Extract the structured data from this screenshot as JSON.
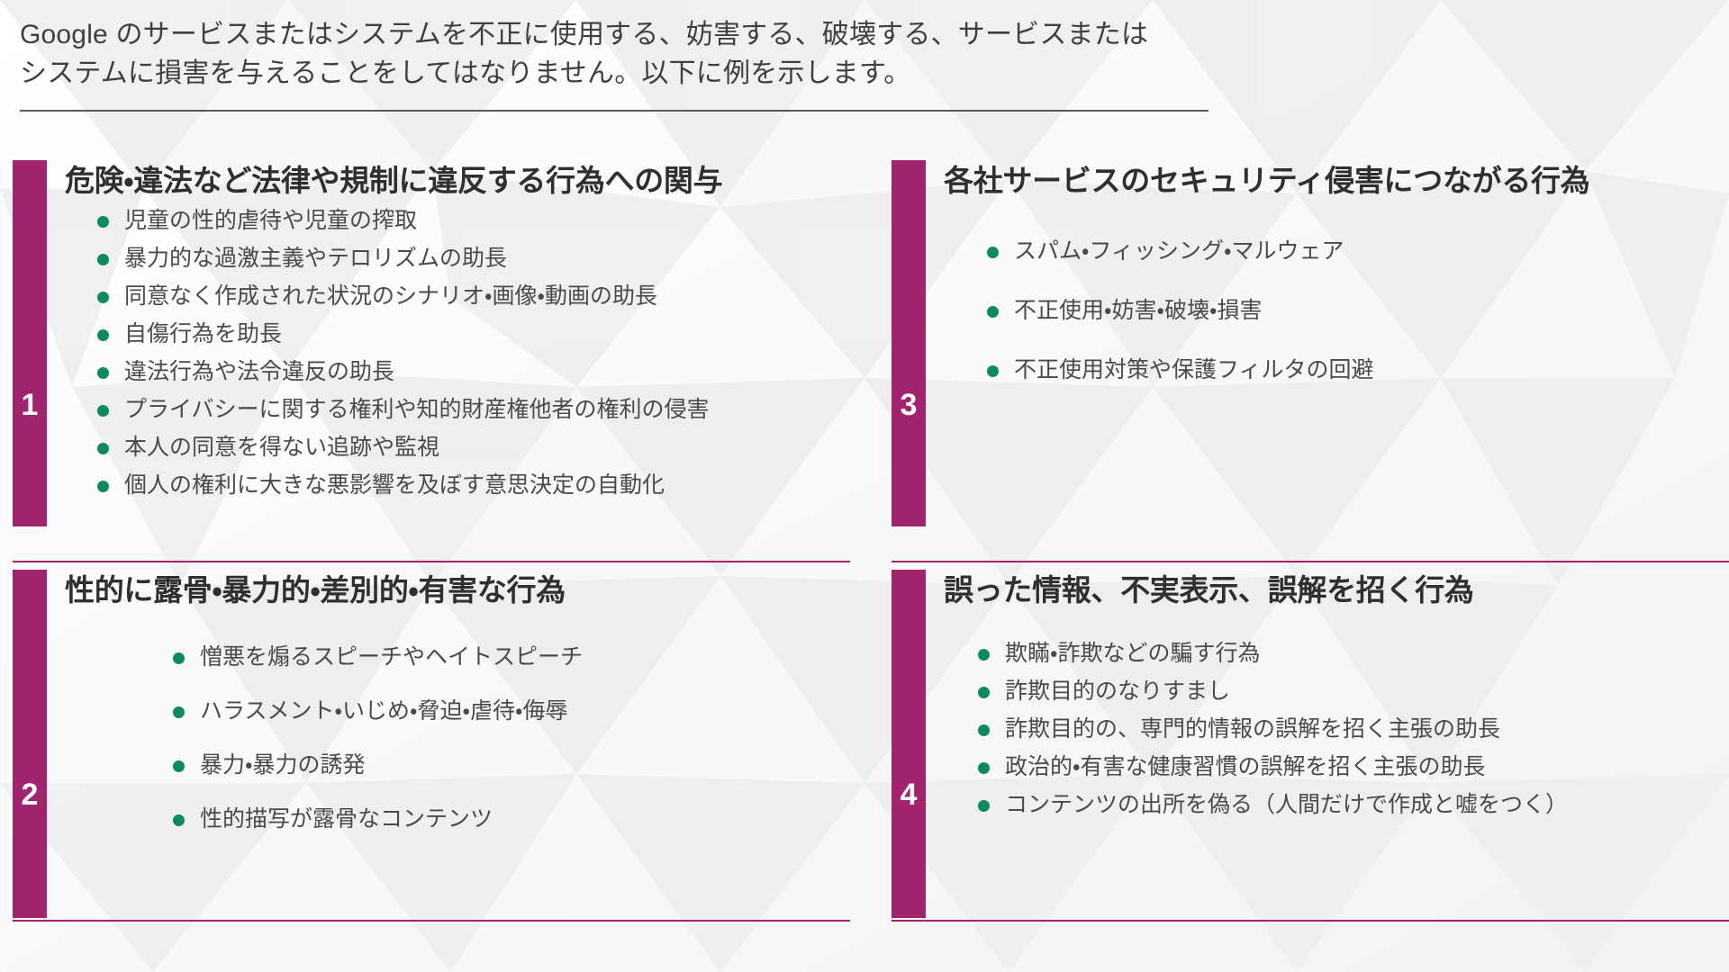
{
  "header": {
    "text": "Google のサービスまたはシステムを不正に使用する、妨害する、破壊する、サービスまたは\nシステムに損害を与えることをしてはなりません。以下に例を示します。"
  },
  "colors": {
    "accent_purple": "#A2246F",
    "bullet_teal": "#0E8A63",
    "title_text": "#2F2F2F",
    "body_text": "#4A4A4A",
    "header_rule": "#5A5A5A"
  },
  "quadrants": [
    {
      "number": "1",
      "title": "危険・違法など法律や規制に違反する行為への関与",
      "bullets": [
        "児童の性的虐待や児童の搾取",
        "暴力的な過激主義やテロリズムの助長",
        "同意なく作成された状況のシナリオ・画像・動画の助長",
        "自傷行為を助長",
        "違法行為や法令違反の助長",
        "プライバシーに関する権利や知的財産権他者の権利の侵害",
        "本人の同意を得ない追跡や監視",
        "個人の権利に大きな悪影響を及ぼす意思決定の自動化"
      ]
    },
    {
      "number": "2",
      "title": "性的に露骨・暴力的・差別的・有害な行為",
      "bullets": [
        "憎悪を煽るスピーチやヘイトスピーチ",
        "ハラスメント・いじめ・脅迫・虐待・侮辱",
        "暴力・暴力の誘発",
        "性的描写が露骨なコンテンツ"
      ]
    },
    {
      "number": "3",
      "title": "各社サービスのセキュリティ侵害につながる行為",
      "bullets": [
        "スパム・フィッシング・マルウェア",
        "不正使用・妨害・破壊・損害",
        "不正使用対策や保護フィルタの回避"
      ]
    },
    {
      "number": "4",
      "title": "誤った情報、不実表示、誤解を招く行為",
      "bullets": [
        "欺瞞・詐欺などの騙す行為",
        "詐欺目的のなりすまし",
        "詐欺目的の、専門的情報の誤解を招く主張の助長",
        "政治的・有害な健康習慣の誤解を招く主張の助長",
        "コンテンツの出所を偽る（人間だけで作成と嘘をつく）"
      ]
    }
  ]
}
